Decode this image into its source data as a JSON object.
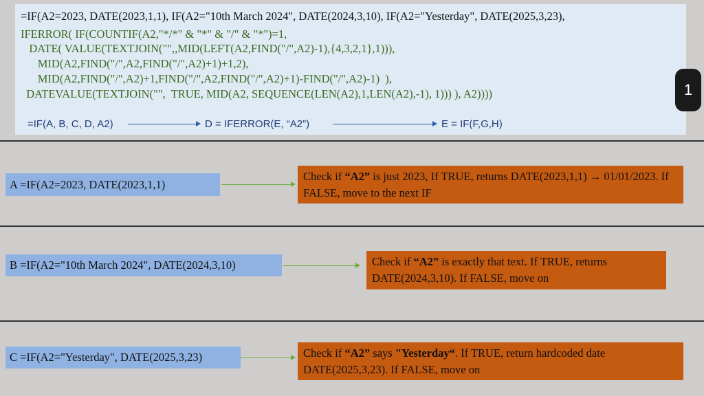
{
  "formula": {
    "lines": [
      "=IF(A2=2023, DATE(2023,1,1), IF(A2=\"10th March 2024\", DATE(2024,3,10), IF(A2=\"Yesterday\", DATE(2025,3,23),",
      "IFERROR( IF(COUNTIF(A2,\"*/*\" & \"*\" & \"/\" & \"*\")=1,",
      "   DATE( VALUE(TEXTJOIN(\"\",,MID(LEFT(A2,FIND(\"/\",A2)-1),{4,3,2,1},1))),",
      "      MID(A2,FIND(\"/\",A2,FIND(\"/\",A2)+1)+1,2),",
      "      MID(A2,FIND(\"/\",A2)+1,FIND(\"/\",A2,FIND(\"/\",A2)+1)-FIND(\"/\",A2)-1)  ),",
      "  DATEVALUE(TEXTJOIN(\"\",  TRUE, MID(A2, SEQUENCE(LEN(A2),1,LEN(A2),-1), 1))) ), A2))))"
    ],
    "summary_a": "=IF(A, B, C, D, A2)",
    "summary_d": "D = IFERROR(E, “A2”)",
    "summary_e": "E = IF(F,G,H)"
  },
  "page_number": "1",
  "rows": [
    {
      "label": "A =IF(A2=2023, DATE(2023,1,1)",
      "desc_pre": "Check if ",
      "desc_bold": "“A2”",
      "desc_post": " is just 2023, If TRUE, returns DATE(2023,1,1) → 01/01/2023. If FALSE, move to the next IF"
    },
    {
      "label": "B =IF(A2=\"10th March 2024\", DATE(2024,3,10)",
      "desc_pre": "Check if  ",
      "desc_bold": "“A2”",
      "desc_post": " is exactly that text. If TRUE, returns DATE(2024,3,10). If FALSE, move on"
    },
    {
      "label": "C =IF(A2=\"Yesterday\", DATE(2025,3,23)",
      "desc_pre": "Check if  ",
      "desc_bold": "“A2”",
      "desc_mid": " says ",
      "desc_bold2": "\"Yesterday“",
      "desc_post": ". If TRUE, return hardcoded date DATE(2025,3,23). If FALSE, move on"
    }
  ]
}
